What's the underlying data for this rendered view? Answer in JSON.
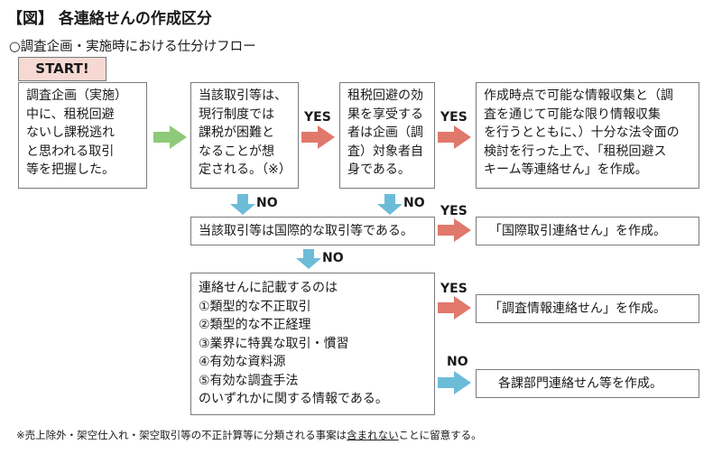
{
  "title": "【図】 各連絡せんの作成区分",
  "subtitle": "○調査企画・実施時における仕分けフロー",
  "start": "START!",
  "colors": {
    "green_arrow": "#8fc97a",
    "red_arrow": "#e0786c",
    "blue_arrow": "#6cbcd8",
    "start_bg": "#f6d9d3",
    "border": "#7a7a7a"
  },
  "boxes": {
    "box1": [
      "調査企画（実施）",
      "中に、租税回避",
      "ないし課税逃れ",
      "と思われる取引",
      "等を把握した。"
    ],
    "box2": [
      "当該取引等は、",
      "現行制度では",
      "課税が困難と",
      "なることが想",
      "定される。（※）"
    ],
    "box3": [
      "租税回避の効",
      "果を享受する",
      "者は企画（調",
      "査）対象者自",
      "身である。"
    ],
    "box4": [
      "作成時点で可能な情報収集と（調",
      "査を通じて可能な限り情報収集",
      "を行うとともに、）十分な法令面の",
      "検討を行った上で、「租税回避ス",
      "キーム等連絡せん」を作成。"
    ],
    "box5": [
      "当該取引等は国際的な取引等である。"
    ],
    "box6": [
      "「国際取引連絡せん」を作成。"
    ],
    "box7": [
      "連絡せんに記載するのは",
      "①類型的な不正取引",
      "②類型的な不正経理",
      "③業界に特異な取引・慣習",
      "④有効な資料源",
      "⑤有効な調査手法",
      "のいずれかに関する情報である。"
    ],
    "box8": [
      "「調査情報連絡せん」を作成。"
    ],
    "box9": [
      "各課部門連絡せん等を作成。"
    ]
  },
  "labels": {
    "yes1": "YES",
    "yes2": "YES",
    "yes3": "YES",
    "yes4": "YES",
    "no1": "NO",
    "no2": "NO",
    "no3": "NO",
    "no4": "NO"
  },
  "footnote": {
    "before": "※売上除外・架空仕入れ・架空取引等の不正計算等に分類される事案は",
    "underlined": "含まれない",
    "after": "ことに留意する。"
  }
}
